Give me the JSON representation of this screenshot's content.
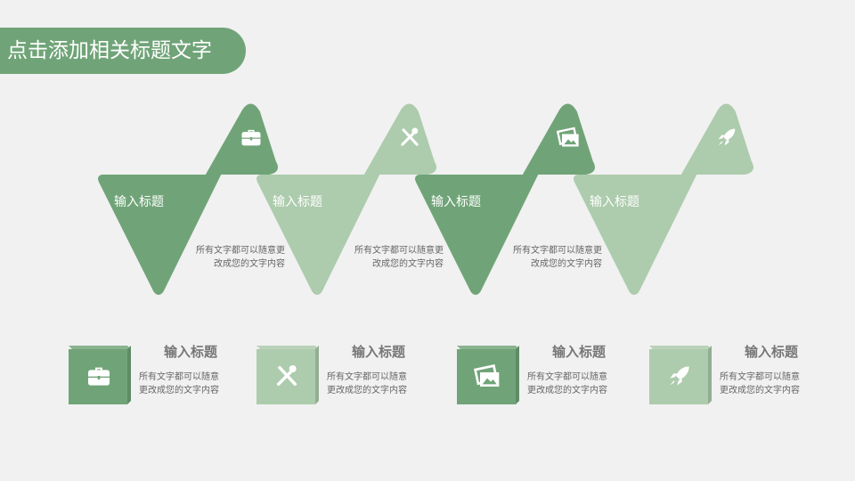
{
  "title": "点击添加相关标题文字",
  "colors": {
    "dark": "#70a478",
    "light": "#adcbad"
  },
  "steps": [
    {
      "label": "输入标题",
      "desc1": "所有文字都可以随意更",
      "desc2": "改成您的文字内容",
      "icon": "briefcase-icon",
      "tone": "dark"
    },
    {
      "label": "输入标题",
      "desc1": "所有文字都可以随意更",
      "desc2": "改成您的文字内容",
      "icon": "tools-icon",
      "tone": "light"
    },
    {
      "label": "输入标题",
      "desc1": "所有文字都可以随意更",
      "desc2": "改成您的文字内容",
      "icon": "image-icon",
      "tone": "dark"
    },
    {
      "label": "输入标题",
      "desc1": "",
      "desc2": "",
      "icon": "rocket-icon",
      "tone": "light"
    }
  ],
  "cards": [
    {
      "title": "输入标题",
      "desc1": "所有文字都可以随意",
      "desc2": "更改成您的文字内容",
      "icon": "briefcase-icon",
      "tone": "dark"
    },
    {
      "title": "输入标题",
      "desc1": "所有文字都可以随意",
      "desc2": "更改成您的文字内容",
      "icon": "tools-icon",
      "tone": "light"
    },
    {
      "title": "输入标题",
      "desc1": "所有文字都可以随意",
      "desc2": "更改成您的文字内容",
      "icon": "image-icon",
      "tone": "dark"
    },
    {
      "title": "输入标题",
      "desc1": "所有文字都可以随意",
      "desc2": "更改成您的文字内容",
      "icon": "rocket-icon",
      "tone": "light"
    }
  ]
}
